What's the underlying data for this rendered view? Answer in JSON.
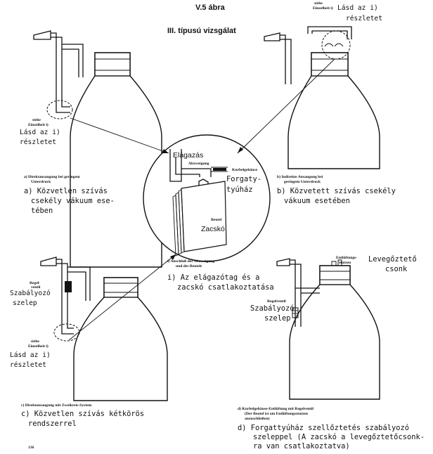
{
  "title": "V.5 ábra",
  "subtitle": "III. típusú vizsgálat",
  "labels": {
    "a_de_1": "a) Direktansaugung bei geringem",
    "a_de_2": "Unterdruck",
    "a_hu_1": "a) Közvetlen szívás",
    "a_hu_2": "csekély vákuum ese-",
    "a_hu_3": "tében",
    "a_see_de_1": "siehe",
    "a_see_de_2": "Einzelheit i)",
    "a_see_hu_1": "Lásd az i)",
    "a_see_hu_2": "részletet",
    "b_de_1": "b) Indirekte Ansaugung bei",
    "b_de_2": "geringem Unterdruck",
    "b_hu_1": "b) Közvetett szívás csekély",
    "b_hu_2": "vákuum esetében",
    "b_see_de_1": "siehe",
    "b_see_de_2": "Einzelheit i)",
    "b_see_hu_1": "Lásd az i)",
    "b_see_hu_2": "részletet",
    "i_branch_hu": "Elágazás",
    "i_branch_de": "Abzweigung",
    "i_crank_de": "Kurbelgehäuse",
    "i_crank_hu_1": "Forgaty-",
    "i_crank_hu_2": "tyúház",
    "i_bag_de": "Beutel",
    "i_bag_hu": "Zacskó",
    "i_de_1": "i) Anschluß der Abzweigung",
    "i_de_2": "und des Beutels",
    "i_hu_1": "i) Az elágazótag és a",
    "i_hu_2": "zacskó csatlakoztatása",
    "c_valve_de_1": "Regel-",
    "c_valve_de_2": "ventil",
    "c_valve_hu_1": "Szabályozó",
    "c_valve_hu_2": "szelep",
    "c_see_de_1": "siehe",
    "c_see_de_2": "Einzelheit i)",
    "c_see_hu_1": "Lásd az i)",
    "c_see_hu_2": "részletet",
    "c_de": "c) Direktansaugung mit Zweikreis-System",
    "c_hu_1": "c) Közvetlen szívás kétkörös",
    "c_hu_2": "rendszerrel",
    "d_vent_de_1": "Entlüftungs-",
    "d_vent_de_2": "stutzen",
    "d_vent_hu_1": "Levegőztető",
    "d_vent_hu_2": "csonk",
    "d_valve_de": "Regelventil",
    "d_valve_hu_1": "Szabályozó",
    "d_valve_hu_2": "szelep",
    "d_de_1": "d) Kurbelgehäuse-Entlüftung mit Regelventil",
    "d_de_2": "(Der Beutel ist am Entlüftungsstutzen",
    "d_de_3": "anzuschließen)",
    "d_hu_1": "d) Forgattyúház szellőztetés szabályozó",
    "d_hu_2": "szeleppel (A zacskó a levegőztetőcsonk-",
    "d_hu_3": "ra van csatlakoztatva)",
    "page_number": "136"
  }
}
